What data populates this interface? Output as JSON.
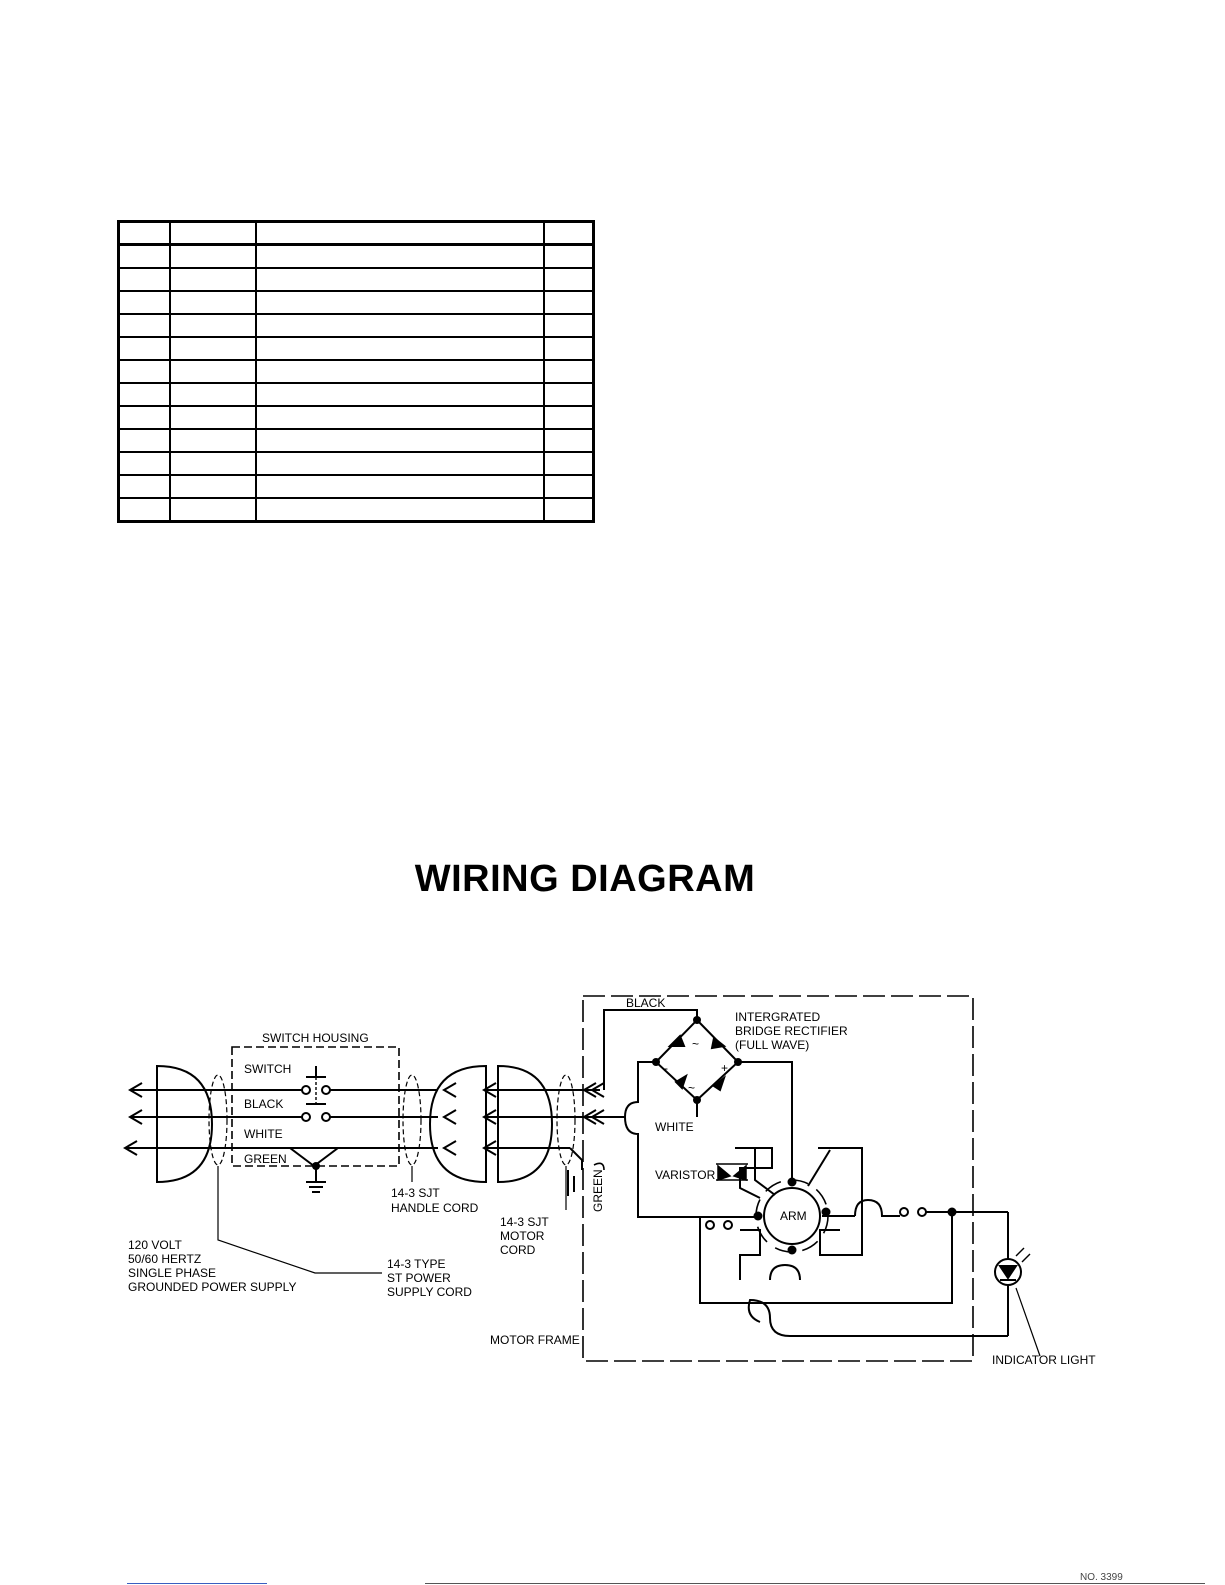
{
  "parts_table": {
    "rows": 13,
    "columns": 4
  },
  "diagram": {
    "title": "WIRING DIAGRAM",
    "labels": {
      "switch_housing": "SWITCH HOUSING",
      "switch": "SWITCH",
      "black_left": "BLACK",
      "white_left": "WHITE",
      "green_left": "GREEN",
      "handle_cord_1": "14-3 SJT",
      "handle_cord_2": "HANDLE CORD",
      "supply_1": "120 VOLT",
      "supply_2": "50/60 HERTZ",
      "supply_3": "SINGLE PHASE",
      "supply_4": "GROUNDED POWER SUPPLY",
      "st_cord_1": "14-3 TYPE",
      "st_cord_2": "ST POWER",
      "st_cord_3": "SUPPLY CORD",
      "motor_cord_1": "14-3 SJT",
      "motor_cord_2": "MOTOR",
      "motor_cord_3": "CORD",
      "green_vertical": "GREEN",
      "black_top": "BLACK",
      "rectifier_1": "INTERGRATED",
      "rectifier_2": "BRIDGE RECTIFIER",
      "rectifier_3": "(FULL WAVE)",
      "white_right": "WHITE",
      "varistor": "VARISTOR",
      "arm": "ARM",
      "motor_frame": "MOTOR FRAME",
      "indicator_light": "INDICATOR LIGHT"
    },
    "doc_number": "NO. 3399"
  }
}
